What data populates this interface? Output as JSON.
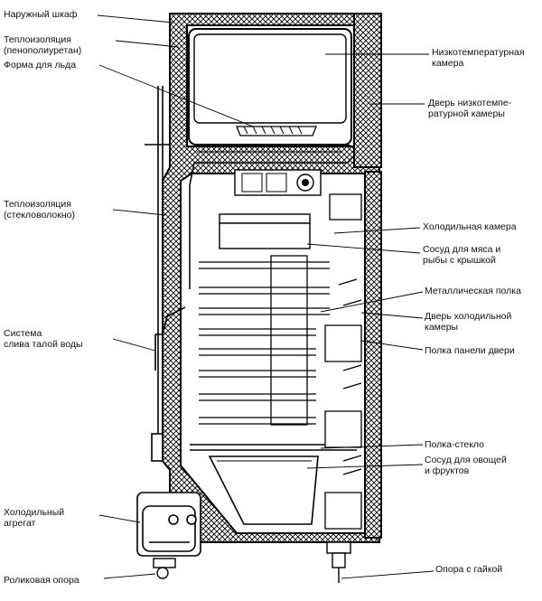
{
  "labels_left": [
    {
      "id": "outer-cabinet",
      "text": "Наружный шкаф"
    },
    {
      "id": "insulation-pu",
      "text": "Теплоизоляция\n(пенополиуретан)"
    },
    {
      "id": "ice-tray",
      "text": "Форма для льда"
    },
    {
      "id": "insulation-glass",
      "text": "Теплоизоляция\n(стекловолокно)"
    },
    {
      "id": "drain-system",
      "text": "Система\nслива талой воды"
    },
    {
      "id": "refrigeration-unit",
      "text": "Холодильный\nагрегат"
    },
    {
      "id": "roller-support",
      "text": "Роликовая опора"
    }
  ],
  "labels_right": [
    {
      "id": "freezer",
      "text": "Низкотемпературная\nкамера"
    },
    {
      "id": "freezer-door",
      "text": "Дверь низкотемпе-\nратурной камеры"
    },
    {
      "id": "fridge-chamber",
      "text": "Холодильная камера"
    },
    {
      "id": "meat-container",
      "text": "Сосуд для мяса и\nрыбы с крышкой"
    },
    {
      "id": "metal-shelf",
      "text": "Металлическая полка"
    },
    {
      "id": "fridge-door",
      "text": "Дверь холодильной\nкамеры"
    },
    {
      "id": "door-shelf",
      "text": "Полка панели двери"
    },
    {
      "id": "glass-shelf",
      "text": "Полка-стекло"
    },
    {
      "id": "veg-container",
      "text": "Сосуд для овощей\nи фруктов"
    },
    {
      "id": "nut-support",
      "text": "Опора с гайкой"
    }
  ]
}
